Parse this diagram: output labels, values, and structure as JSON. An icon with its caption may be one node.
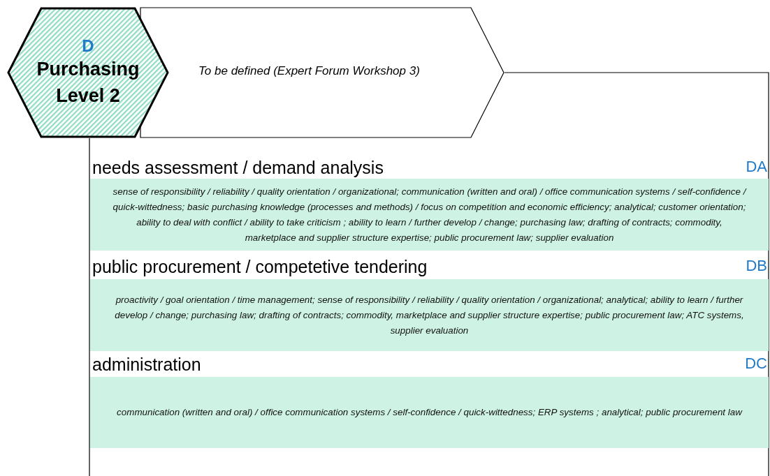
{
  "diagram": {
    "nodes": [
      {
        "text": [
          "D",
          "Purchasing Level 2"
        ]
      },
      {
        "text": [
          "To be defined (Expert Forum Workshop 3)"
        ]
      },
      {
        "text": [
          "needs assessment / demand analysis",
          "DA",
          "sense of responsibility / reliability / quality orientation / organizational; communication (written and oral) / office communication systems / self-confidence / quick-wittedness; basic purchasing knowledge (processes and methods) / focus on competition and economic efficiency; analytical; customer orientation; ability to deal with conflict / ability to take criticism ; ability to learn / further develop / change; purchasing law; drafting of contracts; commodity, marketplace and supplier structure expertise; public procurement law; supplier evaluation"
        ]
      },
      {
        "text": [
          "public procurement / competetive tendering",
          "DB",
          "proactivity / goal orientation / time management; sense of responsibility / reliability / quality orientation / organizational; analytical; ability to learn / further develop / change; purchasing law; drafting of contracts; commodity, marketplace and supplier structure expertise; public procurement law; ATC systems, supplier evaluation"
        ]
      },
      {
        "text": [
          "administration",
          "DC",
          "communication (written and oral) / office communication systems / self-confidence / quick-wittedness; ERP systems ; analytical; public procurement law"
        ]
      }
    ]
  }
}
